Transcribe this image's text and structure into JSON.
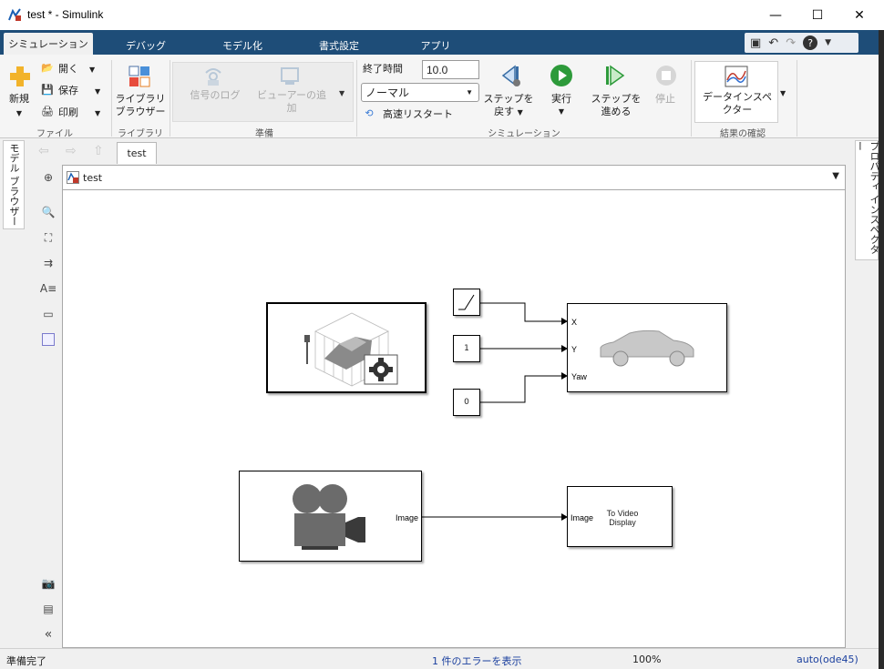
{
  "window": {
    "title": "test * - Simulink",
    "minimize": "—",
    "maximize": "☐",
    "close": "✕"
  },
  "tabs": [
    {
      "label": "シミュレーション",
      "active": true
    },
    {
      "label": "デバッグ"
    },
    {
      "label": "モデル化"
    },
    {
      "label": "書式設定"
    },
    {
      "label": "アプリ"
    }
  ],
  "ribbon": {
    "file": {
      "new": "新規",
      "open": "開く",
      "save": "保存",
      "print": "印刷",
      "label": "ファイル"
    },
    "library": {
      "browser_line1": "ライブラリ",
      "browser_line2": "ブラウザー",
      "label": "ライブラリ"
    },
    "prepare": {
      "signal_log": "信号のログ",
      "add_viewer_line1": "ビューアーの追",
      "add_viewer_line2": "加",
      "label": "準備"
    },
    "simulation": {
      "stop_time_label": "終了時間",
      "stop_time_value": "10.0",
      "mode": "ノーマル",
      "fast_restart": "高速リスタート",
      "step_back_line1": "ステップを",
      "step_back_line2": "戻す",
      "run": "実行",
      "step_forward_line1": "ステップを",
      "step_forward_line2": "進める",
      "stop": "停止",
      "label": "シミュレーション"
    },
    "review": {
      "data_inspector_line1": "データインスペ",
      "data_inspector_line2": "クター",
      "label": "結果の確認"
    }
  },
  "side": {
    "model_browser": "モデル ブラウザー",
    "property_inspector": "プロパティ インスペクター"
  },
  "model_tab": "test",
  "address": "test",
  "blocks": {
    "const1_value": "1",
    "const0_value": "0",
    "port_x": "X",
    "port_y": "Y",
    "port_yaw": "Yaw",
    "camera_out": "Image",
    "video_in": "Image",
    "video_line1": "To Video",
    "video_line2": "Display"
  },
  "status": {
    "ready": "準備完了",
    "errors": "1 件のエラーを表示",
    "zoom": "100%",
    "solver": "auto(ode45)"
  },
  "colors": {
    "tabstrip": "#1e4d78",
    "link": "#1a3f9e",
    "run_green": "#2d9a3a"
  }
}
